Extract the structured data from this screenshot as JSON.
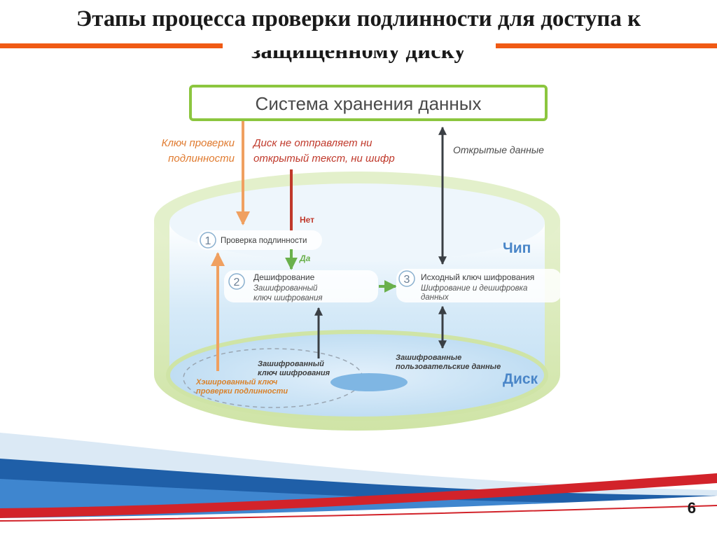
{
  "slide": {
    "title": "Этапы процесса проверки подлинности для доступа к защищенному диску",
    "title_line1": "Этапы процесса проверки подлинности для доступа к",
    "title_line2": "защищенному диску",
    "page_number": "6"
  },
  "diagram": {
    "storage_system": "Система хранения данных",
    "auth_key_label_1": "Ключ проверки",
    "auth_key_label_2": "подлинности",
    "no_plaintext_1": "Диск не отправляет ни",
    "no_plaintext_2": "открытый текст, ни шифр",
    "open_data": "Открытые данные",
    "no_label": "Нет",
    "yes_label": "Да",
    "chip_label": "Чип",
    "disk_label": "Диск",
    "step1": {
      "number": "1",
      "title": "Проверка подлинности"
    },
    "step2": {
      "number": "2",
      "title": "Дешифрование",
      "sub1": "Зашифрованный",
      "sub2": "ключ шифрования"
    },
    "step3": {
      "number": "3",
      "title": "Исходный ключ шифрования",
      "sub1": "Шифрование и дешифровка",
      "sub2": "данных"
    },
    "encrypted_key_1": "Зашифрованный",
    "encrypted_key_2": "ключ шифрования",
    "hashed_key_1": "Хэшированный ключ",
    "hashed_key_2": "проверки подлинности",
    "encrypted_user_data_1": "Зашифрованные",
    "encrypted_user_data_2": "пользовательские данные"
  },
  "colors": {
    "title_rule": "#f05a14",
    "storage_border": "#8cc63f",
    "orange_arrow": "#f0a060",
    "red_arrow": "#c0392b",
    "green_arrow": "#6ab04c",
    "dark_arrow": "#3a3f44",
    "chip_blue": "#4a86c8",
    "footer_red": "#d2232a",
    "footer_blue": "#1f5fa8"
  }
}
